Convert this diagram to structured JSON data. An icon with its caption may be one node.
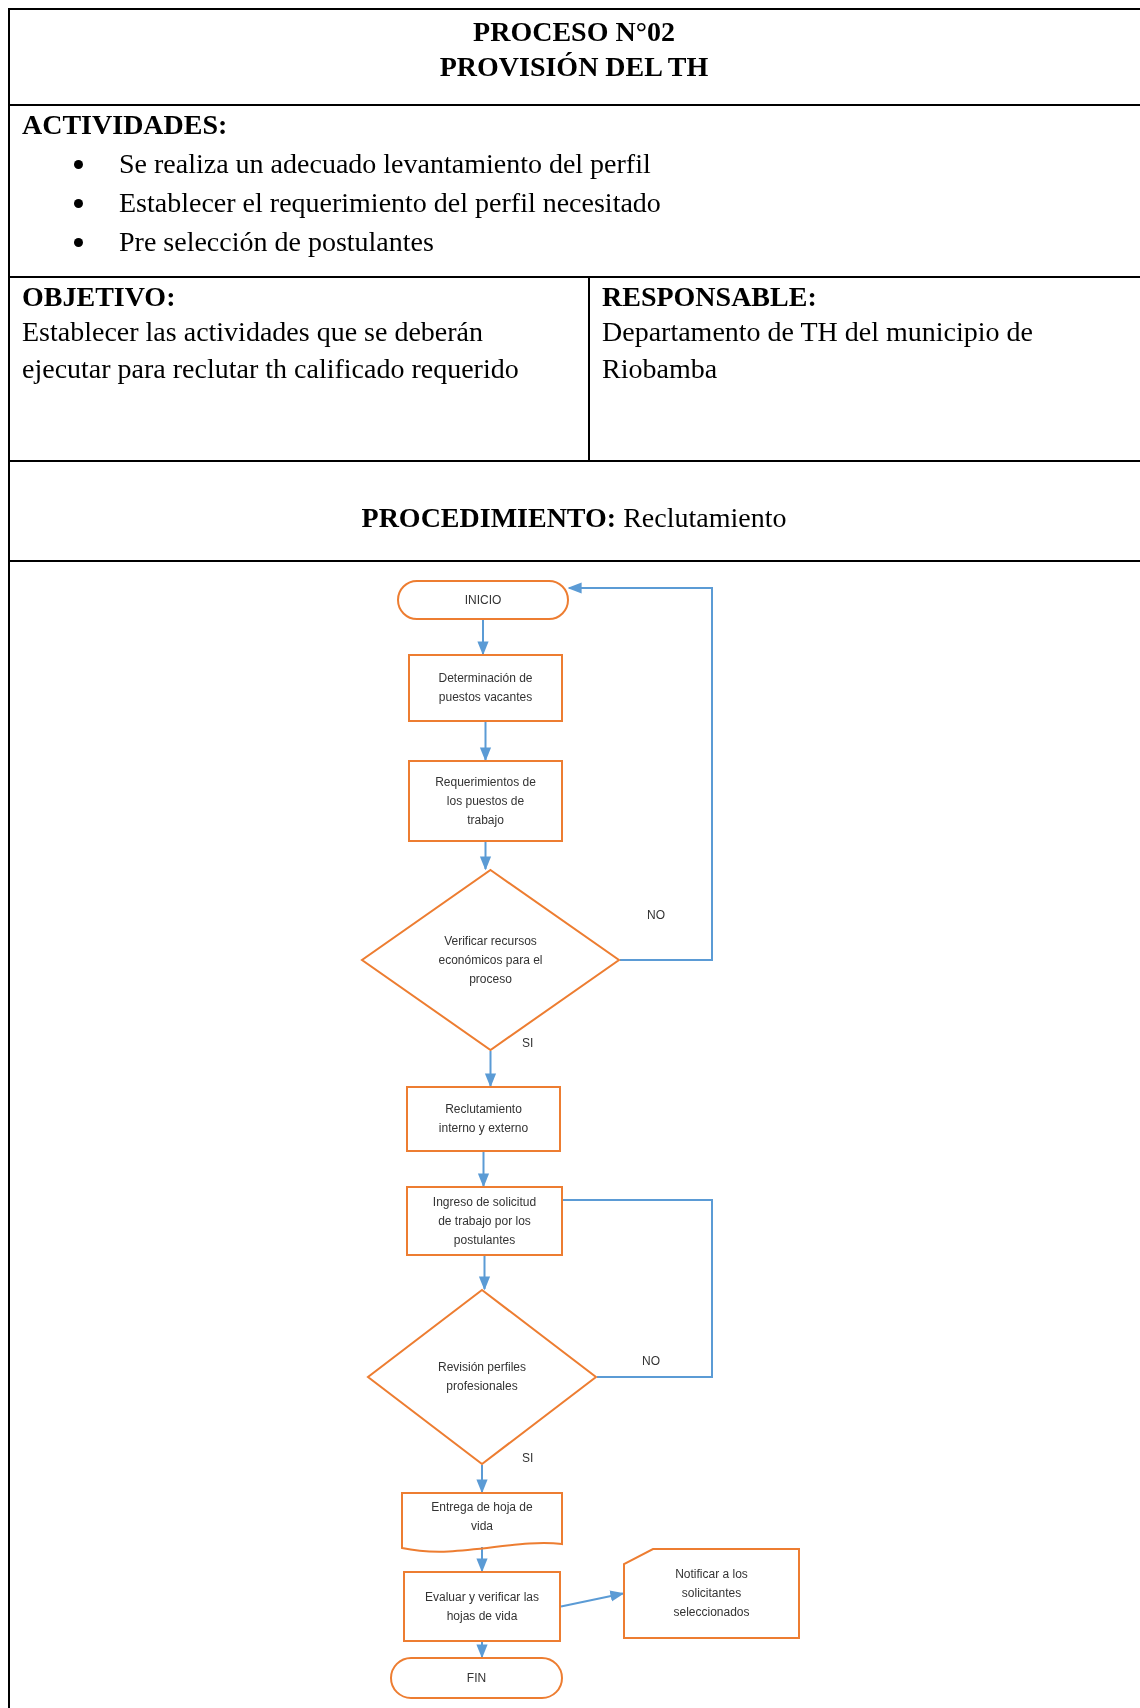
{
  "diagram": {
    "title": "PROCESO N°02 PROVISIÓN DEL TH",
    "nodes": [
      {
        "text": [
          "INICIO"
        ]
      },
      {
        "text": [
          "Determinación de puestos vacantes"
        ]
      },
      {
        "text": [
          "Requerimientos de los puestos de trabajo"
        ]
      },
      {
        "text": [
          "Verificar recursos económicos para el proceso"
        ]
      },
      {
        "text": [
          "Reclutamiento interno y externo"
        ]
      },
      {
        "text": [
          "Ingreso de solicitud de trabajo por los postulantes"
        ]
      },
      {
        "text": [
          "Revisión perfiles profesionales"
        ]
      },
      {
        "text": [
          "Entrega de hoja de vida"
        ]
      },
      {
        "text": [
          "Evaluar y verificar las hojas de vida"
        ]
      },
      {
        "text": [
          "Notificar a los solicitantes seleccionados"
        ]
      },
      {
        "text": [
          "FIN"
        ]
      }
    ],
    "edges": [
      {
        "from": 0,
        "to": 1,
        "arrow": "to"
      },
      {
        "from": 1,
        "to": 2,
        "arrow": "to"
      },
      {
        "from": 2,
        "to": 3,
        "arrow": "to"
      },
      {
        "from": 3,
        "to": 4,
        "arrow": "to",
        "label": "SI"
      },
      {
        "from": 3,
        "to": 0,
        "arrow": "to",
        "label": "NO"
      },
      {
        "from": 4,
        "to": 5,
        "arrow": "to"
      },
      {
        "from": 5,
        "to": 6,
        "arrow": "to"
      },
      {
        "from": 6,
        "to": 7,
        "arrow": "to",
        "label": "SI"
      },
      {
        "from": 6,
        "to": 5,
        "arrow": "none",
        "label": "NO"
      },
      {
        "from": 7,
        "to": 8,
        "arrow": "to"
      },
      {
        "from": 8,
        "to": 9,
        "arrow": "to"
      },
      {
        "from": 8,
        "to": 10,
        "arrow": "to"
      }
    ],
    "labels": [
      "ACTIVIDADES:",
      "Se realiza un adecuado levantamiento del perfil",
      "Establecer el requerimiento del perfil necesitado",
      "Pre selección de postulantes",
      "OBJETIVO:",
      "Establecer las actividades que se deberán ejecutar para reclutar th calificado requerido",
      "RESPONSABLE:",
      "Departamento de TH del municipio de Riobamba",
      "**PROCEDIMIENTO:** Reclutamiento"
    ]
  }
}
